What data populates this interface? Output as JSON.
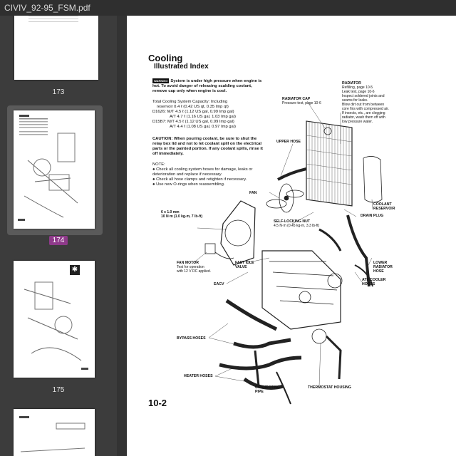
{
  "window": {
    "title": "CIVIV_92-95_FSM.pdf"
  },
  "sidebar": {
    "thumbnails": [
      {
        "label": "173",
        "selected": false
      },
      {
        "label": "174",
        "selected": true
      },
      {
        "label": "175",
        "selected": false
      }
    ]
  },
  "page": {
    "title": "Cooling",
    "subtitle": "Illustrated Index",
    "warning_tag": "WARNING",
    "warning_text": "System is under high pressure when engine is hot. To avoid danger of releasing scalding coolant, remove cap only when engine is cool.",
    "capacity_heading": "Total Cooling System Capacity: Including",
    "capacity_reservoir": "reservoir 0.4 ℓ (0.42 US qt, 0.35 Imp qt)",
    "capacity_d16z6_mt": "D16Z6: M/T 4.5 ℓ (1.12 US gal, 0.99 Imp gal)",
    "capacity_d16z6_at": "A/T 4.7 ℓ (1.16 US gal, 1.03 Imp gal)",
    "capacity_d15b7_mt": "D15B7: M/T 4.5 ℓ (1.12 US gal, 0.99 Imp gal)",
    "capacity_d15b7_at": "A/T 4.4 ℓ (1.08 US gal, 0.97 Imp gal)",
    "caution": "CAUTION: When pouring coolant, be sure to shut the relay box lid and not to let coolant spill on the electrical parts or the painted portion. If any coolant spills, rinse it off immediately.",
    "note_heading": "NOTE:",
    "notes": [
      "Check all cooling system hoses for damage, leaks or deterioration and replace if necessary.",
      "Check all hose clamps and retighten if necessary.",
      "Use new O-rings when reassembling."
    ],
    "page_number": "10-2",
    "labels": {
      "radiator_cap": "RADIATOR CAP",
      "radiator_cap_sub": "Pressure test, page 10-6",
      "radiator": "RADIATOR",
      "radiator_sub": "Refilling, page 10-5\nLeak test, page 10-6\nInspect soldered joints and\nseams for leaks.\nBlow dirt out from between\ncore fins with compressed air.\nIf insects, etc., are clogging\nradiator, wash them off with\nlow pressure water.",
      "upper_hose": "UPPER HOSE",
      "fan": "FAN",
      "coolant_reservoir": "COOLANT\nRESERVOIR",
      "drain_plug": "DRAIN PLUG",
      "bolt_spec": "6 x 1.0 mm\n10 N·m (1.0 kg-m, 7 lb-ft)",
      "self_locking_nut": "SELF-LOCKING NUT",
      "self_locking_nut_sub": "4.5 N·m (0.45 kg-m, 3.3 lb-ft)",
      "fan_motor": "FAN MOTOR",
      "fan_motor_sub": "Test for operation\nwith 12 V DC applied.",
      "fast_idle_valve": "FAST IDLE\nVALVE",
      "lower_radiator_hose": "LOWER\nRADIATOR\nHOSE",
      "atf_cooler_hoses": "ATF COOLER\nHOSES",
      "eacv": "EACV",
      "bypass_hoses": "BYPASS HOSES",
      "heater_hoses": "HEATER HOSES",
      "connecting_pipe": "CONNECTING\nPIPE",
      "thermostat_housing": "THERMOSTAT HOUSING"
    }
  },
  "colors": {
    "selection_badge": "#8e3a8a",
    "sidebar_bg": "#3c3c3c",
    "page_bg": "#ffffff"
  }
}
